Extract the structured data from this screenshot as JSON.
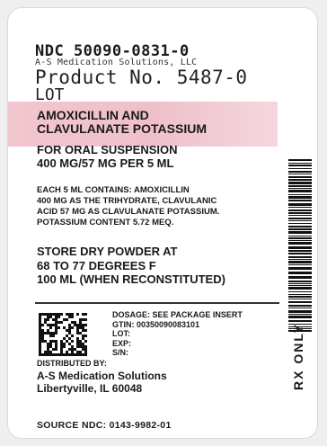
{
  "header": {
    "ndc": "NDC 50090-0831-0",
    "company_small": "A-S Medication Solutions, LLC",
    "product_no": "Product No. 5487-0",
    "lot": "LOT"
  },
  "drug": {
    "name_line1": "AMOXICILLIN AND",
    "name_line2": "CLAVULANATE POTASSIUM",
    "form_line1": "FOR ORAL SUSPENSION",
    "form_line2": "400 MG/57 MG PER 5 ML"
  },
  "contains": {
    "line1": "EACH 5 ML CONTAINS: AMOXICILLIN",
    "line2": "400 MG AS THE TRIHYDRATE, CLAVULANIC",
    "line3": "ACID 57 MG AS CLAVULANATE POTASSIUM.",
    "line4": "POTASSIUM CONTENT 5.72 MEQ."
  },
  "storage": {
    "line1": "STORE DRY POWDER AT",
    "line2": "68 TO 77 DEGREES F",
    "line3": "100 ML (WHEN RECONSTITUTED)"
  },
  "tracking": {
    "dosage": "DOSAGE: SEE PACKAGE INSERT",
    "gtin": "GTIN: 00350090083101",
    "lot": "LOT:",
    "exp": "EXP:",
    "sn": "S/N:"
  },
  "distributor": {
    "heading": "DISTRIBUTED BY:",
    "name": "A-S Medication Solutions",
    "city": "Libertyville, IL 60048"
  },
  "source_ndc": "SOURCE NDC: 0143-9982-01",
  "rx_only": "RX ONLY",
  "colors": {
    "label_highlight": "#f0c4cd",
    "text": "#1a1a1a",
    "background": "#ffffff"
  }
}
